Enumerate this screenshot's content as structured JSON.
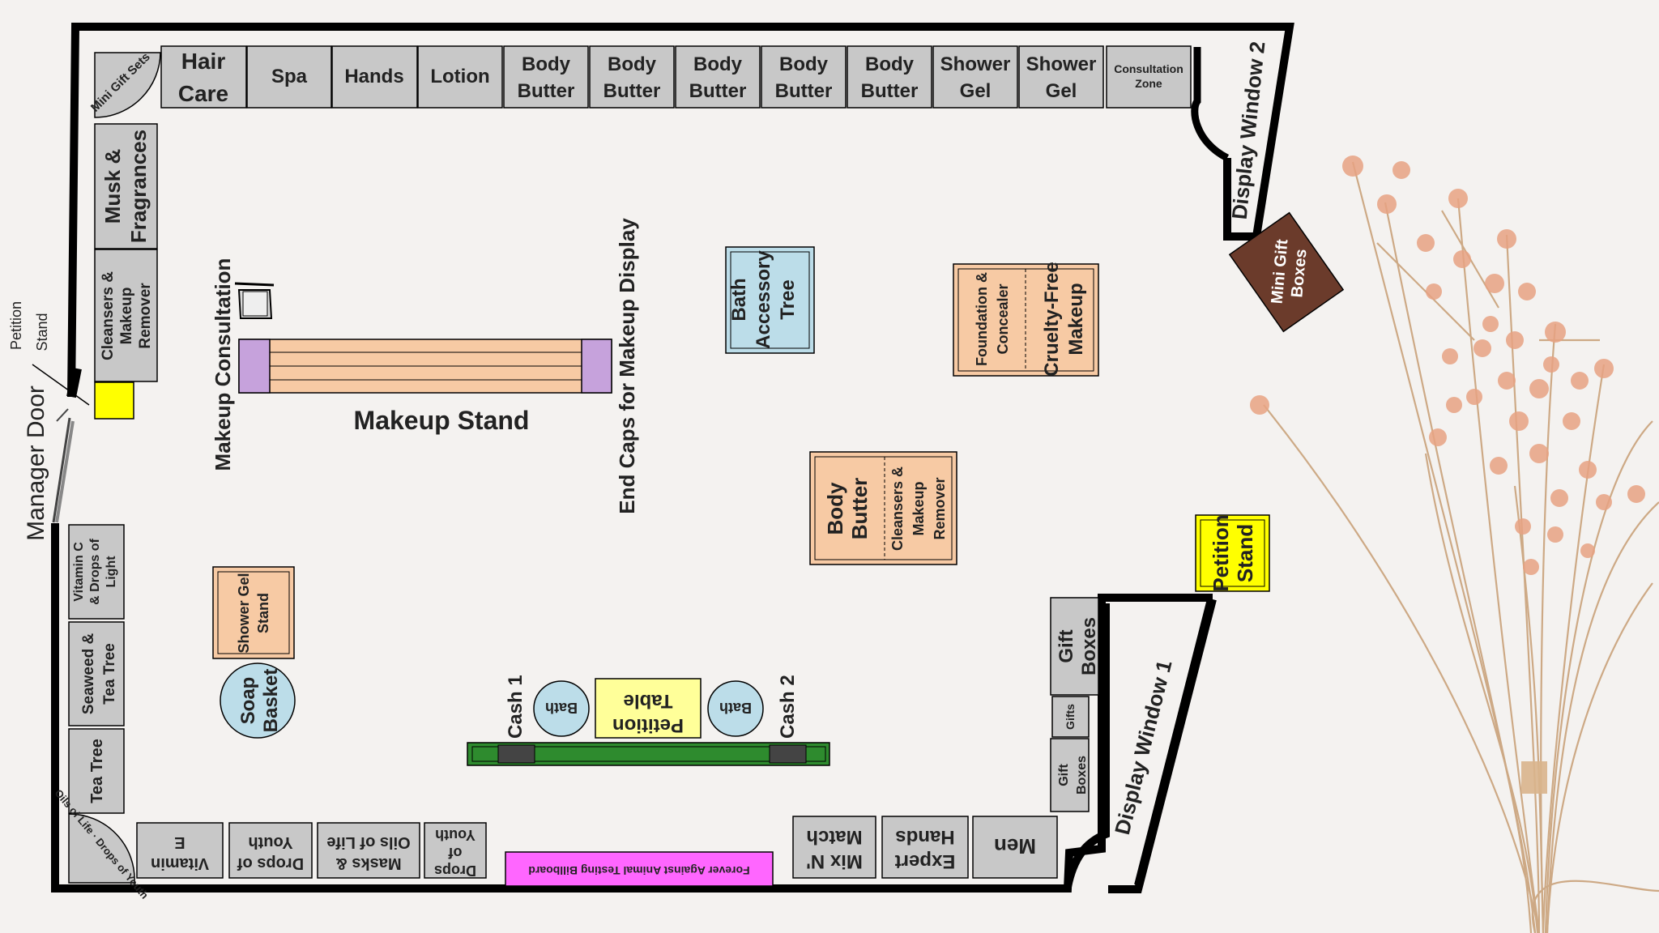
{
  "colors": {
    "shelf": "#c8c8c8",
    "peach": "#f7caa4",
    "lavender": "#c6a2dc",
    "light_blue": "#bcdde9",
    "yellow": "#ffff00",
    "pale_yellow": "#ffff99",
    "magenta": "#ff66ff",
    "green": "#2e8b2e",
    "brown": "#6b3b2b",
    "wall": "#000000"
  },
  "top_wall": {
    "corner": "Mini Gift Sets",
    "shelves": [
      "Hair Care",
      "Spa",
      "Hands",
      "Lotion",
      "Body Butter",
      "Body Butter",
      "Body Butter",
      "Body Butter",
      "Body Butter",
      "Shower Gel",
      "Shower Gel",
      "Consultation Zone"
    ]
  },
  "left_wall": {
    "upper": [
      "Musk & Fragrances",
      "Cleansers & Makeup Remover"
    ],
    "lower": [
      "Vitamin C & Drops of Light",
      "Seaweed & Tea Tree",
      "Tea Tree"
    ],
    "corner": "Oils of Life · Drops of Youth"
  },
  "bottom_wall": {
    "left_shelves": [
      "Vitamin E",
      "Drops of Youth",
      "Masks & Oils of Life",
      "Drops of Youth"
    ],
    "billboard": "Forever Against Animal Testing Billboard",
    "right_shelves": [
      "Mix N' Match",
      "Expert Hands",
      "Men"
    ]
  },
  "right_side": {
    "shelves": [
      "Gift Boxes",
      "Gifts",
      "Gift Boxes"
    ],
    "display_window_1": "Display Window 1",
    "display_window_2": "Display Window 2",
    "petition_stand": "Petition Stand",
    "mini_gift_boxes": "Mini Gift Boxes"
  },
  "floor": {
    "manager_door": "Manager Door",
    "petition_stand_left": "Petition Stand",
    "makeup_consultation": "Makeup Consultation",
    "makeup_stand": "Makeup Stand",
    "end_caps": "End Caps for Makeup Display",
    "bath_tree": "Bath Accessory Tree",
    "foundation_concealer": "Foundation & Concealer",
    "cruelty_free": "Cruelty-Free Makeup",
    "body_butter": "Body Butter",
    "cleansers": "Cleansers & Makeup Remover",
    "shower_gel_stand": "Shower Gel Stand",
    "soap_basket": "Soap Basket",
    "cash_1": "Cash 1",
    "cash_2": "Cash 2",
    "bath_1": "Bath",
    "bath_2": "Bath",
    "petition_table": "Petition Table"
  }
}
